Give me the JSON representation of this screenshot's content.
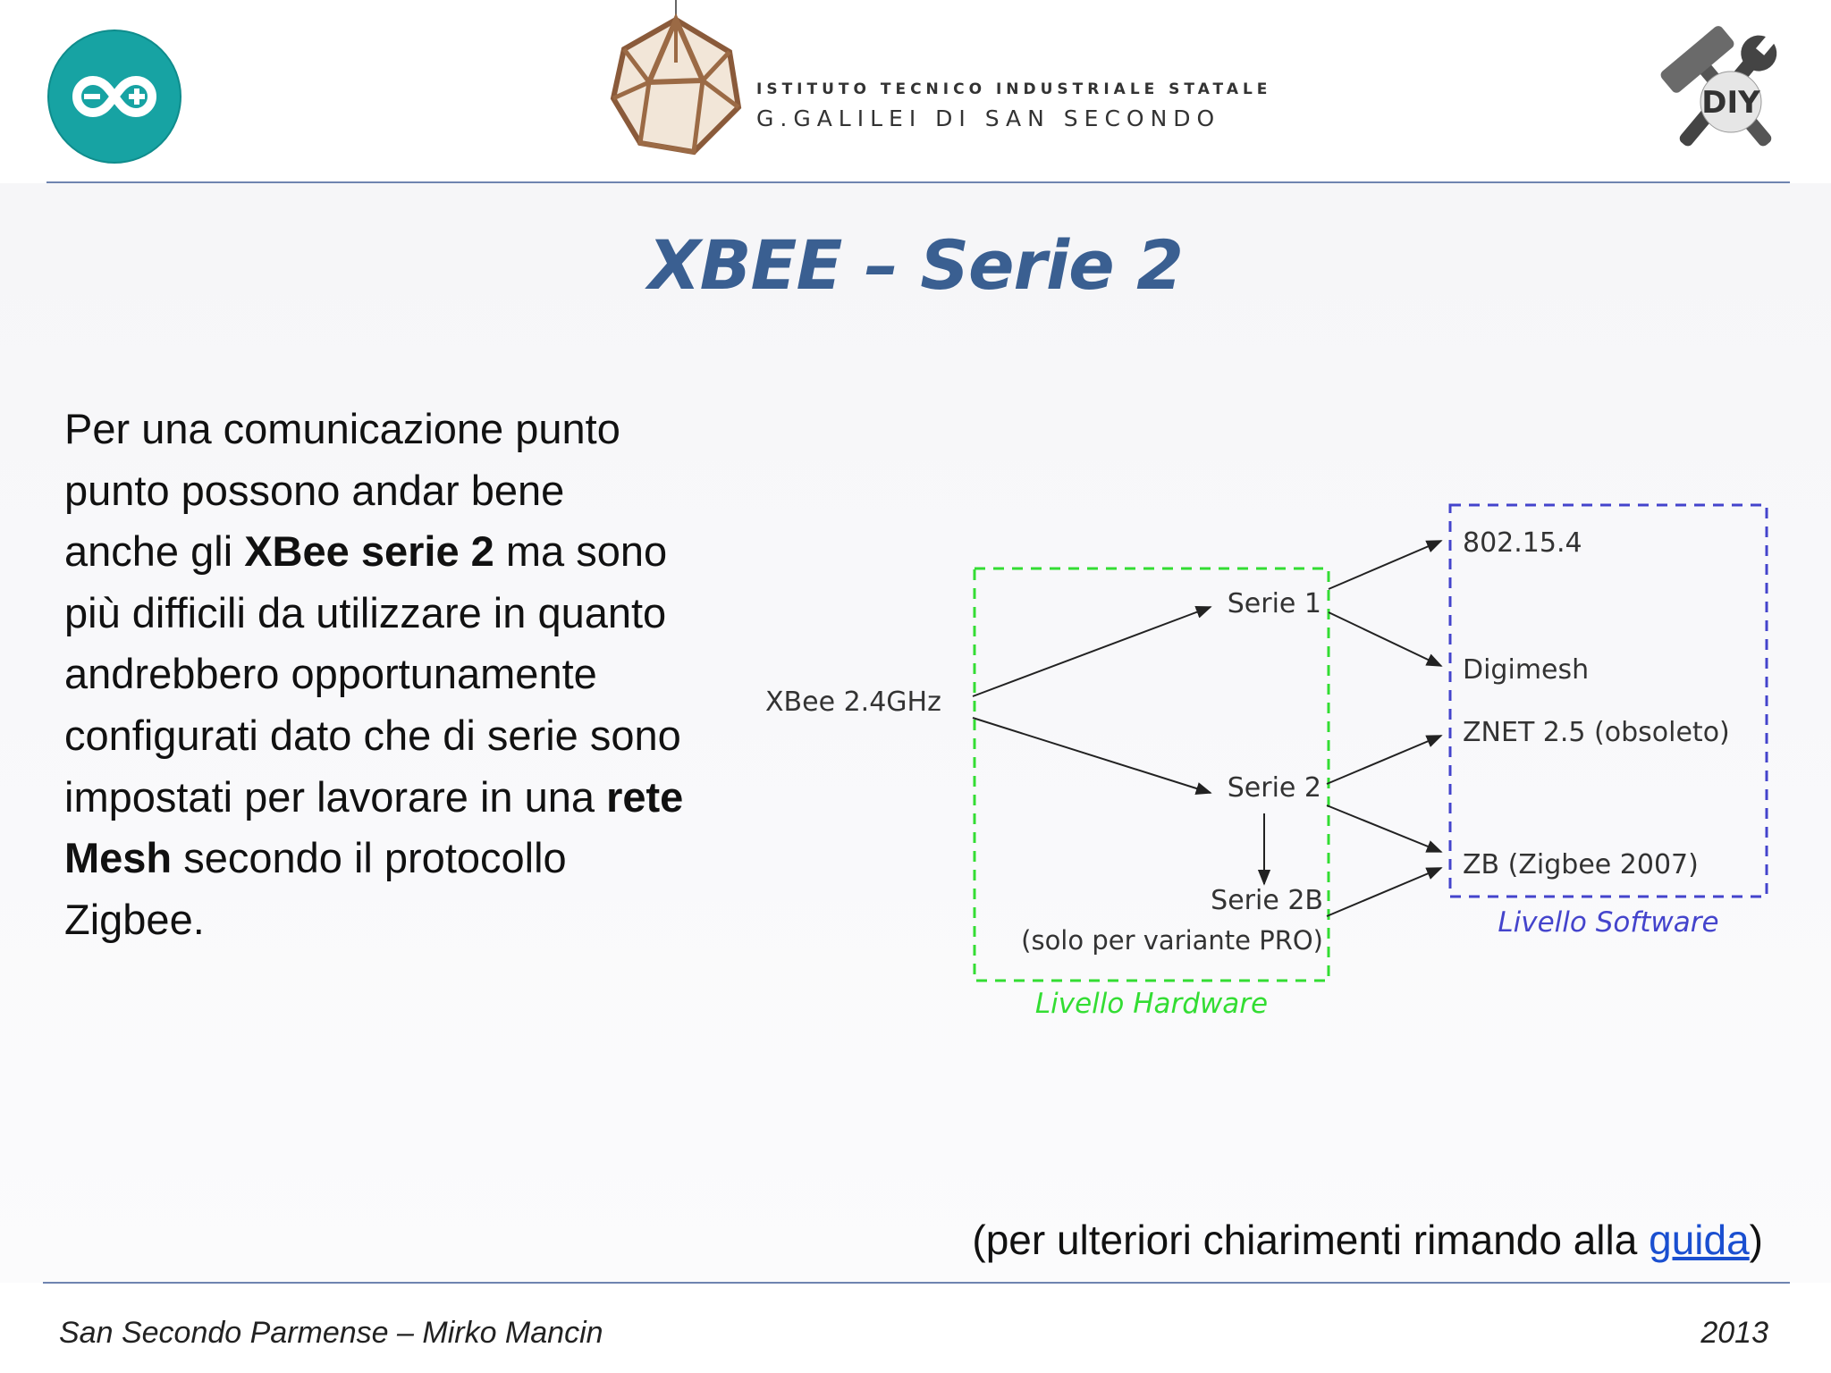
{
  "header": {
    "school_line1": "ISTITUTO TECNICO INDUSTRIALE STATALE",
    "school_line2": "G.GALILEI DI SAN SECONDO",
    "diy_logo_text": "DIY"
  },
  "title": "XBEE – Serie 2",
  "body": {
    "parts": [
      "Per una comunicazione punto punto possono andar bene anche gli ",
      "XBee serie 2",
      " ma sono più difficili da utilizzare in quanto andrebbero opportunamente configurati dato che di serie sono impostati per lavorare in una ",
      "rete Mesh",
      " secondo il protocollo Zigbee."
    ]
  },
  "diagram": {
    "source": "XBee 2.4GHz",
    "serie1": "Serie 1",
    "serie2": "Serie 2",
    "serie2b": "Serie 2B",
    "serie2b_note": "(solo per variante PRO)",
    "hw_label": "Livello Hardware",
    "sw_label": "Livello Software",
    "sw_items": [
      "802.15.4",
      "Digimesh",
      "ZNET 2.5 (obsoleto)",
      "ZB (Zigbee 2007)"
    ],
    "colors": {
      "hardware": "#33dd33",
      "software": "#4444cc",
      "arrow": "#222222"
    }
  },
  "footnote": {
    "prefix": "(per ulteriori chiarimenti rimando alla ",
    "link": "guida",
    "suffix": ")"
  },
  "footer": {
    "left": "San Secondo Parmense – Mirko Mancin",
    "right": "2013"
  },
  "colors": {
    "title": "#3a5f91",
    "rule": "#6f84b0",
    "arduino": "#17a3a3",
    "link": "#1a4fd0"
  }
}
